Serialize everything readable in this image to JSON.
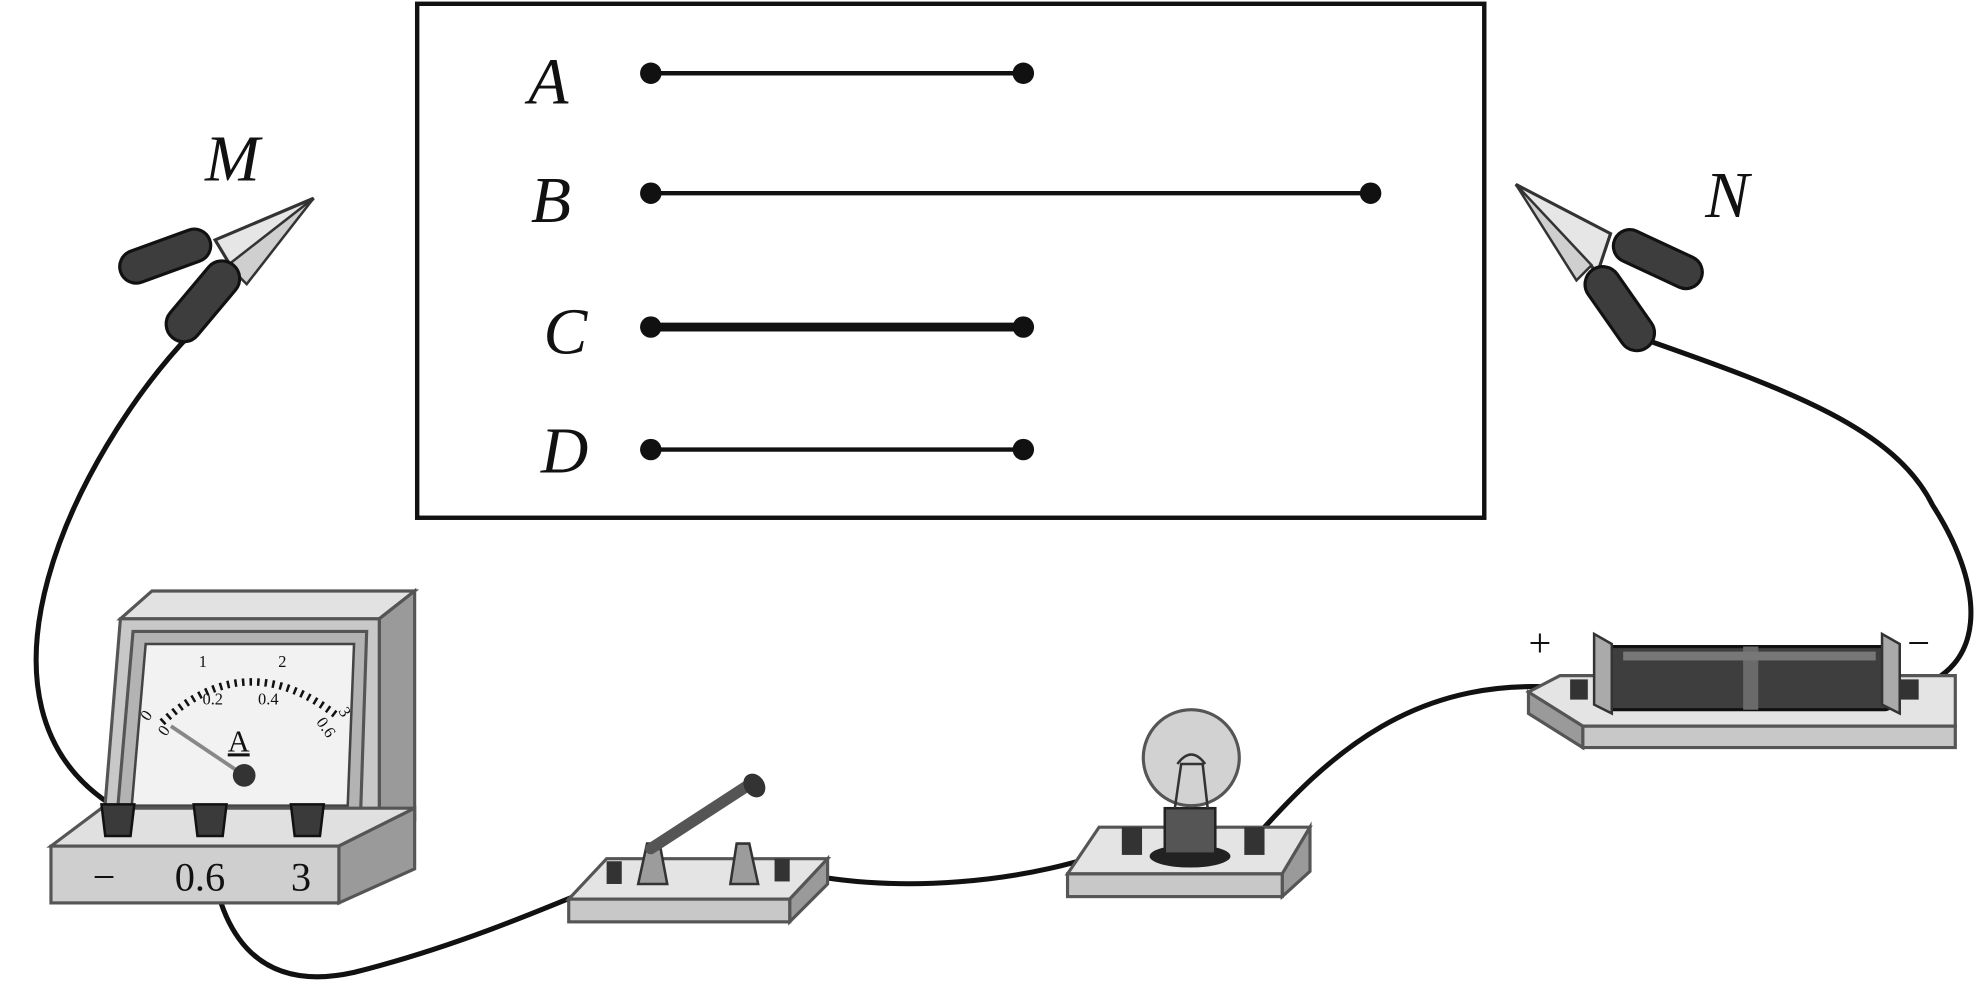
{
  "diagram": {
    "wire_labels": [
      "A",
      "B",
      "C",
      "D"
    ],
    "clip_left_label": "M",
    "clip_right_label": "N",
    "ammeter": {
      "unit_label": "A",
      "terminals": [
        "−",
        "0.6",
        "3"
      ],
      "upper_scale": [
        "0",
        "1",
        "2",
        "3"
      ],
      "lower_scale": [
        "0",
        "0.2",
        "0.4",
        "0.6"
      ]
    },
    "battery": {
      "positive": "+",
      "negative": "−"
    },
    "colors": {
      "line": "#111111",
      "device_light": "#d9d9d9",
      "device_dark": "#3a3a3a"
    }
  }
}
